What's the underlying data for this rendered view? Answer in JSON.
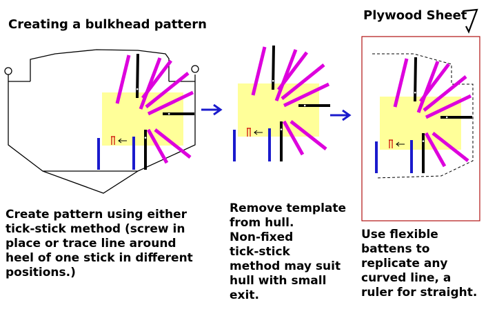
{
  "title": "Creating a bulkhead pattern",
  "sheet_label": "Plywood Sheet",
  "captions": {
    "step1": "Create pattern using either\ntick-stick method (screw in\nplace or trace line around\nheel of one stick in different\npositions.)",
    "step2": "Remove template\nfrom hull.\nNon-fixed\ntick-stick\nmethod may suit\nhull with small\nexit.",
    "step3": "Use flexible\nbattens to\nreplicate any\ncurved line, a\nruler for straight."
  },
  "colors": {
    "template": "#ffff99",
    "stick_magenta": "#dd00dd",
    "stick_black": "#000000",
    "stick_blue": "#1a1acc",
    "arrow": "#1a1acc",
    "red_mark": "#cc0000"
  },
  "icons": {
    "arrow": "right-arrow-icon",
    "sheet_mark": "check-mark-icon"
  }
}
